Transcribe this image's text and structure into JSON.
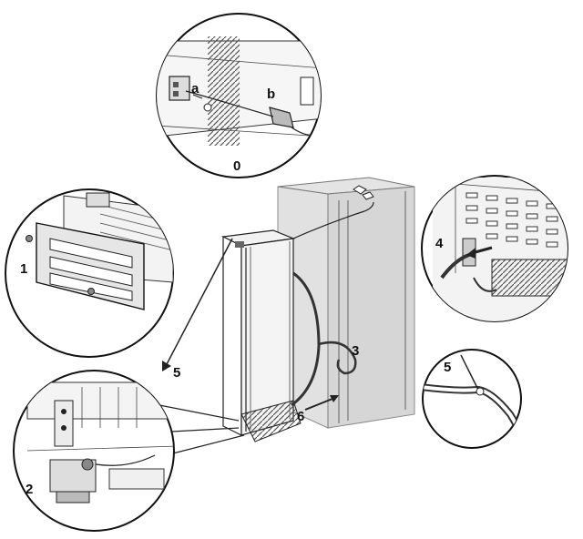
{
  "labels": {
    "detail_0": "0",
    "detail_0_a": "a",
    "detail_0_b": "b",
    "detail_1": "1",
    "detail_2": "2",
    "detail_3": "3",
    "detail_4": "4",
    "detail_5_main": "5",
    "detail_5_zoom": "5",
    "detail_6": "6"
  },
  "colors": {
    "ink": "#222222",
    "cabinet": "#d8d8d8",
    "hatch": "#555555",
    "cable": "#333333"
  },
  "icons": [
    "arrow-icon",
    "screw-icon",
    "cable-icon"
  ]
}
